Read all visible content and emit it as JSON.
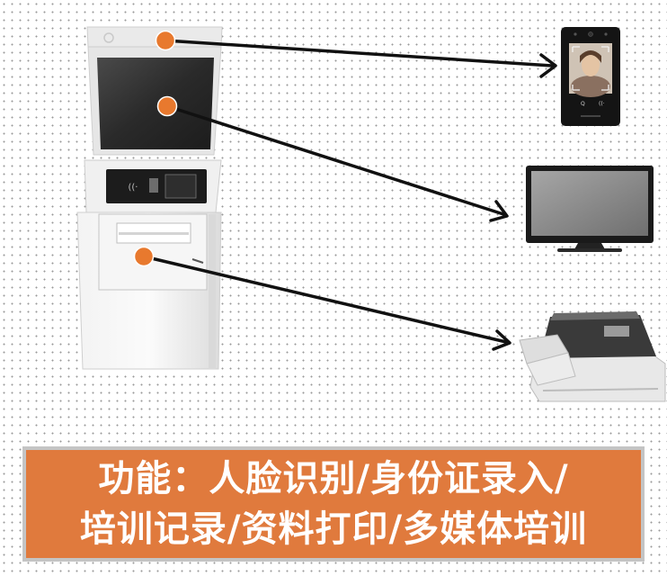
{
  "colors": {
    "callout_dot": "#e8792e",
    "arrow": "#111111",
    "banner_bg": "#e07a3d",
    "banner_text": "#ffffff"
  },
  "devices": {
    "kiosk": "self-service-kiosk",
    "face_terminal": "face-recognition-terminal-icon",
    "monitor": "monitor-icon",
    "printer": "dot-matrix-printer-icon"
  },
  "banner": {
    "line1": "功能：人脸识别/身份证录入/",
    "line2": "培训记录/资料打印/多媒体培训"
  }
}
